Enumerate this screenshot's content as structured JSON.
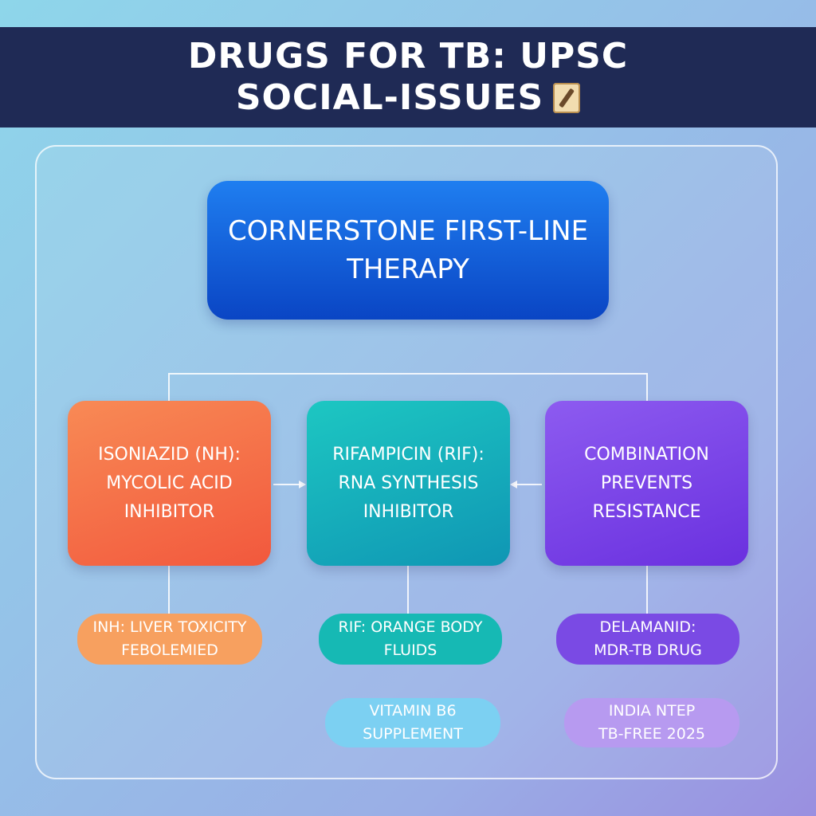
{
  "title": {
    "line1": "DRUGS FOR TB: UPSC",
    "line2": "SOCIAL-ISSUES",
    "icon": "scroll-icon"
  },
  "main_box": {
    "line1": "CORNERSTONE FIRST-LINE",
    "line2": "THERAPY"
  },
  "boxes": {
    "isoniazid": {
      "line1": "ISONIAZID (NH):",
      "line2": "MYCOLIC ACID",
      "line3": "INHIBITOR"
    },
    "rifampicin": {
      "line1": "RIFAMPICIN (RIF):",
      "line2": "RNA SYNTHESIS",
      "line3": "INHIBITOR"
    },
    "combination": {
      "line1": "COMBINATION",
      "line2": "PREVENTS RESISTANCE"
    }
  },
  "pills": {
    "inh": {
      "line1": "INH: LIVER TOXICITY",
      "line2": "FEBOLEMIED"
    },
    "rif": {
      "line1": "RIF: ORANGE BODY",
      "line2": "FLUIDS"
    },
    "delamanid": {
      "line1": "DELAMANID:",
      "line2": "MDR-TB DRUG"
    },
    "vitamin": {
      "line1": "VITAMIN B6",
      "line2": "SUPPLEMENT"
    },
    "ntep": {
      "line1": "INDIA NTEP",
      "line2": "TB-FREE 2025"
    }
  },
  "colors": {
    "title_bar": "#1f2a55",
    "main_box": "#0a45c4",
    "isoniazid": "#f2583d",
    "rifampicin": "#0f96b4",
    "combination": "#6a30df"
  }
}
